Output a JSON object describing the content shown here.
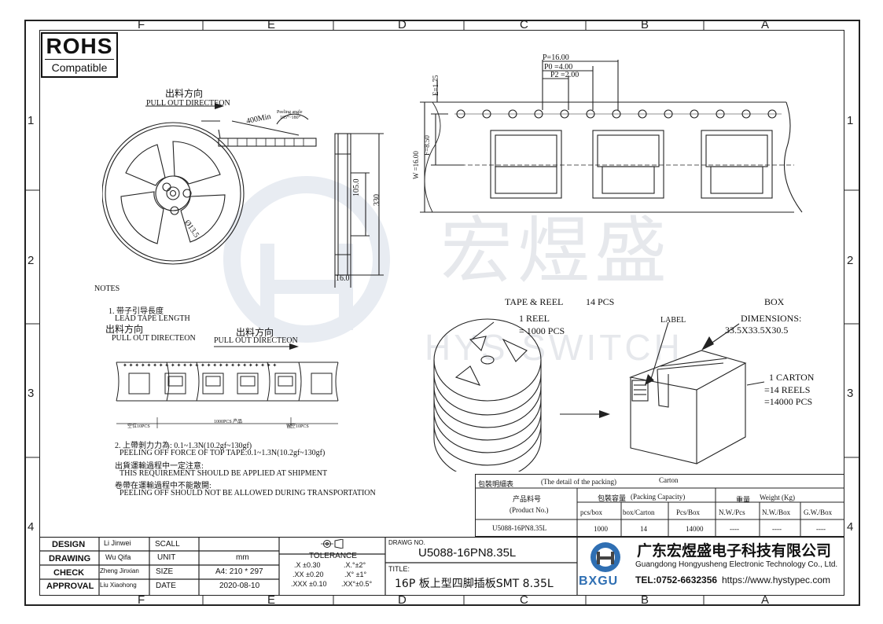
{
  "zones": {
    "columns": [
      "F",
      "E",
      "D",
      "C",
      "B",
      "A"
    ],
    "rows": [
      "1",
      "2",
      "3",
      "4"
    ]
  },
  "rohs": {
    "title": "ROHS",
    "subtitle": "Compatible"
  },
  "watermark": {
    "cn": "宏煜盛",
    "en": "HYS SWITCH"
  },
  "reel": {
    "pull_cn": "出料方向",
    "pull_en": "PULL OUT DIRECTEON",
    "peel_angle": "Peeling angle",
    "peel_range": "165°~180°",
    "min_len": "400Min",
    "hub_dia": "Ø13.5",
    "dim_inner": "105.0",
    "dim_outer": "330",
    "dim_width": "16.0"
  },
  "tape": {
    "p": "P=16.00",
    "p0": "P0 =4.00",
    "p2": "P2 =2.00",
    "e": "E=1.75",
    "f": "F=8.50",
    "w": "W =16.00"
  },
  "notes": {
    "title": "NOTES",
    "n1_cn": "1.  带子引导長度",
    "n1_en": "LEAD TAPE LENGTH",
    "n1_dir_cn": "出料方向",
    "n1_dir_en": "PULL OUT DIRECTEON",
    "strip_dir_cn": "出料方向",
    "strip_dir_en": "PULL OUT DIRECTEON",
    "strip_left": "空位10PCS",
    "strip_mid": "1000PCS   产品",
    "strip_right": "留空10PCS",
    "n2_cn": "2. 上帶剝力力為:  0.1~1.3N(10.2gf~130gf)",
    "n2_en": "PEELING OFF FORCE OF TOP TAPE:0.1~1.3N(10.2gf~130gf)",
    "n3_cn": "出貨運輸過程中一定注意:",
    "n3_en": "THIS REQUIREMENT SHOULD BE APPLIED AT SHIPMENT",
    "n4_cn": "卷帶在運輸過程中不能散開:",
    "n4_en": "PEELING OFF SHOULD NOT BE ALLOWED DURING TRANSPORTATION"
  },
  "packing": {
    "tape_reel": "TAPE & REEL",
    "pcs14": "14 PCS",
    "reel1": "1 REEL",
    "reel_pcs": "= 1000 PCS",
    "label": "LABEL",
    "box": "BOX",
    "dimensions": "DIMENSIONS:",
    "dim_val": "33.5X33.5X30.5",
    "carton1": "1 CARTON",
    "carton_reels": "=14 REELS",
    "carton_pcs": "=14000 PCS"
  },
  "pack_table": {
    "title_cn": "包裝明細表",
    "title_en": "(The detail of the packing)",
    "carton": "Carton",
    "product_cn": "产品料号",
    "product_en": "(Product No.)",
    "cap_cn": "包裝容量",
    "cap_en": "(Packing Capacity)",
    "weight_cn": "重量",
    "weight_en": "Weight (Kg)",
    "h_pcs_box": "pcs/box",
    "h_box_carton": "box/Carton",
    "h_pcs_box2": "Pcs/Box",
    "h_nw_pcs": "N.W./Pcs",
    "h_nw_box": "N.W./Box",
    "h_gw_box": "G.W./Box",
    "row_product": "U5088-16PN8.35L",
    "row_pcs_box": "1000",
    "row_box_carton": "14",
    "row_pcs_box2": "14000",
    "row_nw_pcs": "----",
    "row_nw_box": "----",
    "row_gw_box": "----"
  },
  "title_block": {
    "design_lbl": "DESIGN",
    "design_val": "Li Jinwei",
    "drawing_lbl": "DRAWING",
    "drawing_val": "Wu Qifa",
    "check_lbl": "CHECK",
    "check_val": "Zheng Jinxian",
    "approval_lbl": "APPROVAL",
    "approval_val": "Liu Xiaohong",
    "scall_lbl": "SCALL",
    "scall_val": "",
    "unit_lbl": "UNIT",
    "unit_val": "mm",
    "size_lbl": "SIZE",
    "size_val": "A4: 210 * 297",
    "date_lbl": "DATE",
    "date_val": "2020-08-10",
    "tolerance": "TOLERANCE",
    "tol_x": ".X  ±0.30",
    "tol_xx": ".XX  ±0.20",
    "tol_xxx": ".XXX  ±0.10",
    "tol_a1": ".X.°±2°",
    "tol_a2": ".X° ±1°",
    "tol_a3": ".XX°±0.5°",
    "drawing_no_lbl": "DRAWG NO.",
    "drawing_no": "U5088-16PN8.35L",
    "title_lbl": "TITLE:",
    "title": "16P 板上型四脚插板SMT 8.35L",
    "company_cn": "广东宏煜盛电子科技有限公司",
    "company_en": "Guangdong Hongyusheng Electronic Technology Co., Ltd.",
    "logo_text": "BXGU",
    "tel": "TEL:0752-6632356",
    "web": "https://www.hystypec.com"
  }
}
